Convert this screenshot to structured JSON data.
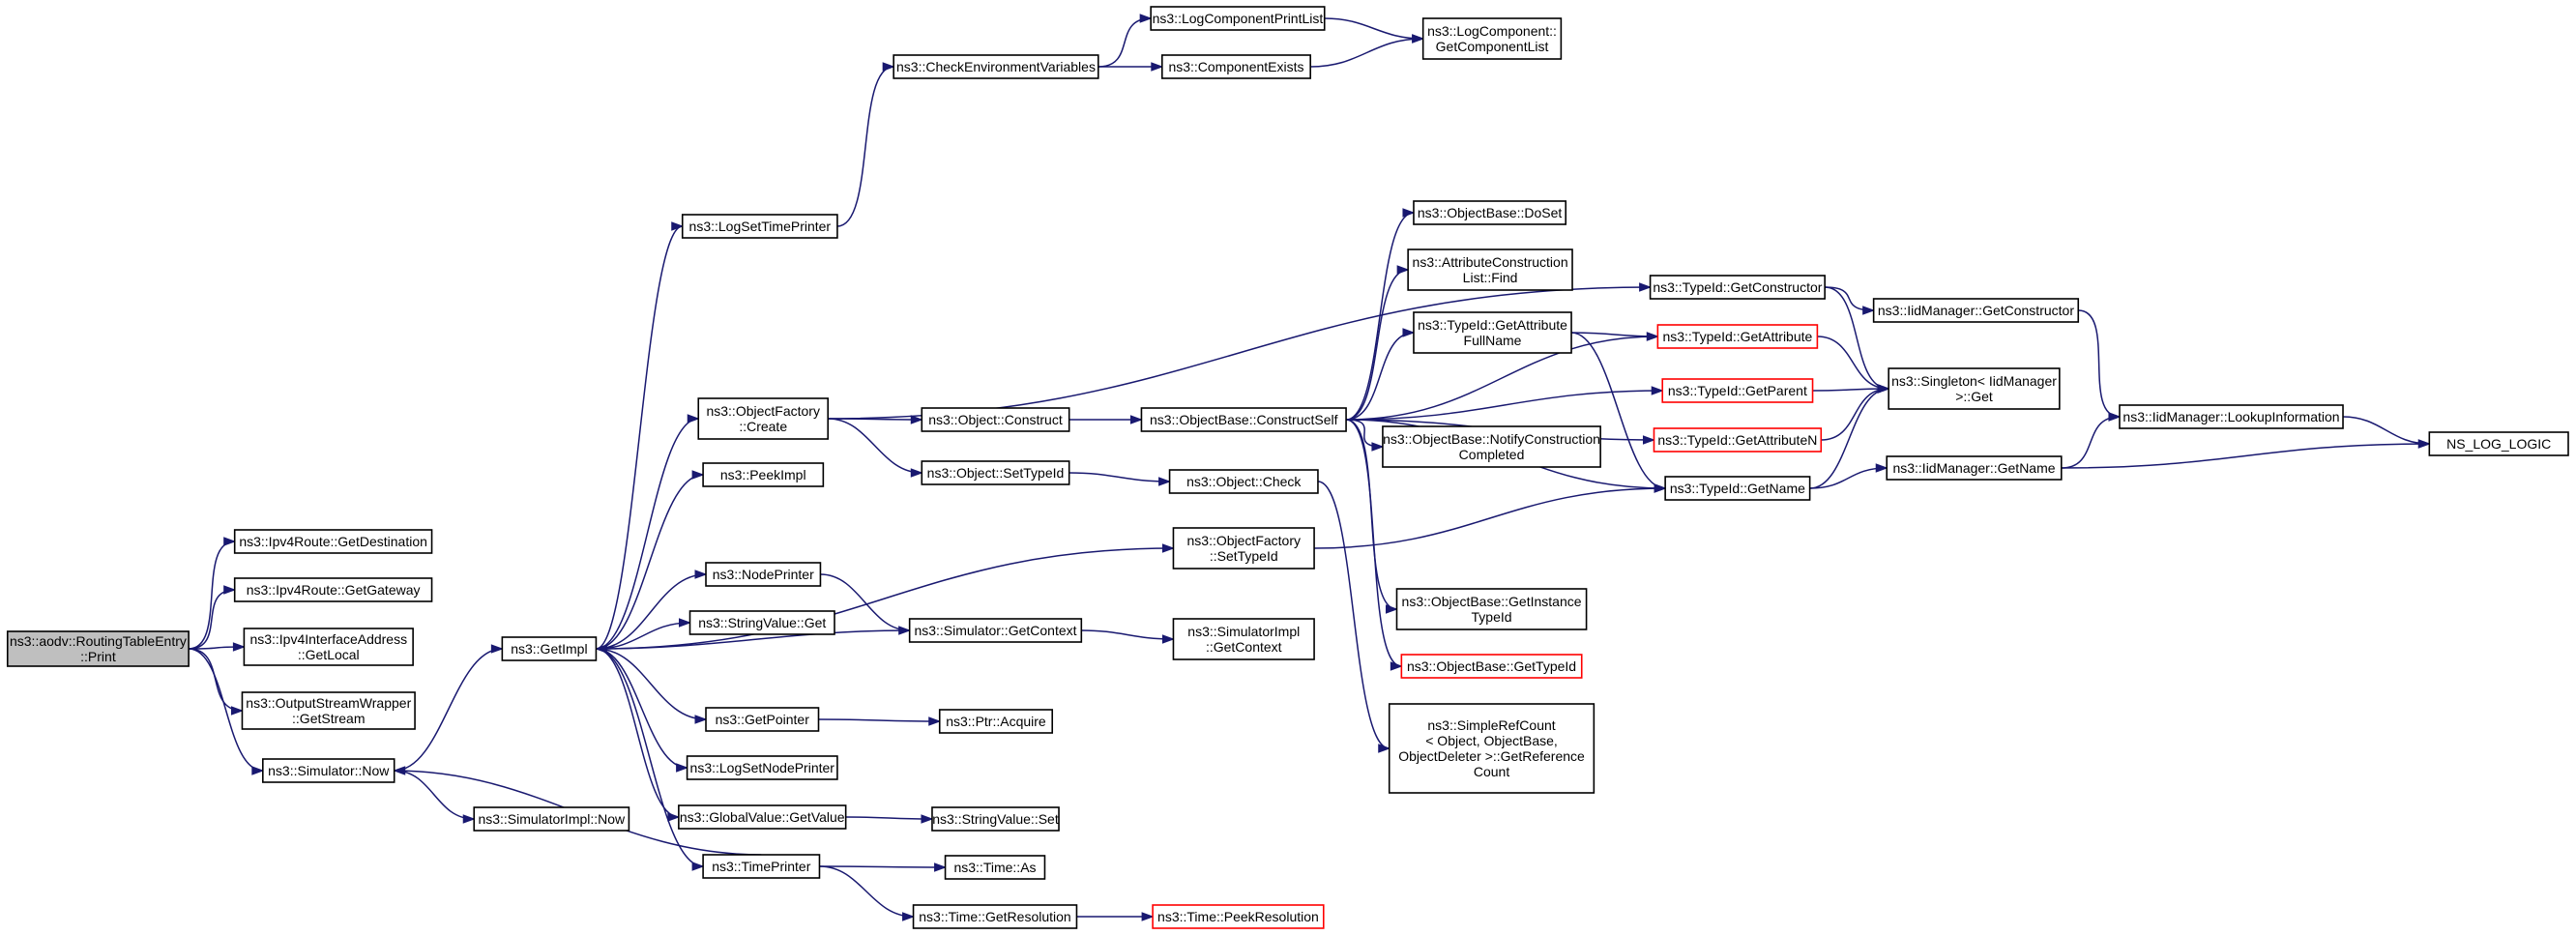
{
  "graph": {
    "colors": {
      "edge": "#191970",
      "root_fill": "#bfbfbf",
      "node_border": "#000000",
      "truncated_border": "#ff0000"
    },
    "nodes": [
      {
        "id": "print",
        "lines": [
          "ns3::aodv::RoutingTableEntry",
          "::Print"
        ],
        "root": true
      },
      {
        "id": "getdest",
        "lines": [
          "ns3::Ipv4Route::GetDestination"
        ]
      },
      {
        "id": "getgw",
        "lines": [
          "ns3::Ipv4Route::GetGateway"
        ]
      },
      {
        "id": "getlocal",
        "lines": [
          "ns3::Ipv4InterfaceAddress",
          "::GetLocal"
        ]
      },
      {
        "id": "getstream",
        "lines": [
          "ns3::OutputStreamWrapper",
          "::GetStream"
        ]
      },
      {
        "id": "simnow",
        "lines": [
          "ns3::Simulator::Now"
        ]
      },
      {
        "id": "getimpl",
        "lines": [
          "ns3::GetImpl"
        ]
      },
      {
        "id": "simimplnow",
        "lines": [
          "ns3::SimulatorImpl::Now"
        ]
      },
      {
        "id": "logsettp",
        "lines": [
          "ns3::LogSetTimePrinter"
        ]
      },
      {
        "id": "checkenv",
        "lines": [
          "ns3::CheckEnvironmentVariables"
        ]
      },
      {
        "id": "logcpl",
        "lines": [
          "ns3::LogComponentPrintList"
        ]
      },
      {
        "id": "compexists",
        "lines": [
          "ns3::ComponentExists"
        ]
      },
      {
        "id": "getcomplist",
        "lines": [
          "ns3::LogComponent::",
          "GetComponentList"
        ]
      },
      {
        "id": "ofcreate",
        "lines": [
          "ns3::ObjectFactory",
          "::Create"
        ]
      },
      {
        "id": "peekimpl",
        "lines": [
          "ns3::PeekImpl"
        ]
      },
      {
        "id": "nodeprinter",
        "lines": [
          "ns3::NodePrinter"
        ]
      },
      {
        "id": "strvalget",
        "lines": [
          "ns3::StringValue::Get"
        ]
      },
      {
        "id": "getpointer",
        "lines": [
          "ns3::GetPointer"
        ]
      },
      {
        "id": "logsetnp",
        "lines": [
          "ns3::LogSetNodePrinter"
        ]
      },
      {
        "id": "gvgetvalue",
        "lines": [
          "ns3::GlobalValue::GetValue"
        ]
      },
      {
        "id": "timeprinter",
        "lines": [
          "ns3::TimePrinter"
        ]
      },
      {
        "id": "objconstruct",
        "lines": [
          "ns3::Object::Construct"
        ]
      },
      {
        "id": "objsettypeid",
        "lines": [
          "ns3::Object::SetTypeId"
        ]
      },
      {
        "id": "simgetctx",
        "lines": [
          "ns3::Simulator::GetContext"
        ]
      },
      {
        "id": "ptracquire",
        "lines": [
          "ns3::Ptr::Acquire"
        ]
      },
      {
        "id": "strvalset",
        "lines": [
          "ns3::StringValue::Set"
        ]
      },
      {
        "id": "timeas",
        "lines": [
          "ns3::Time::As"
        ]
      },
      {
        "id": "timegetres",
        "lines": [
          "ns3::Time::GetResolution"
        ]
      },
      {
        "id": "timepeekres",
        "lines": [
          "ns3::Time::PeekResolution"
        ],
        "truncated": true
      },
      {
        "id": "obconstructself",
        "lines": [
          "ns3::ObjectBase::ConstructSelf"
        ]
      },
      {
        "id": "objcheck",
        "lines": [
          "ns3::Object::Check"
        ]
      },
      {
        "id": "ofsettypeid",
        "lines": [
          "ns3::ObjectFactory",
          "::SetTypeId"
        ]
      },
      {
        "id": "simimplgetctx",
        "lines": [
          "ns3::SimulatorImpl",
          "::GetContext"
        ]
      },
      {
        "id": "obdoset",
        "lines": [
          "ns3::ObjectBase::DoSet"
        ]
      },
      {
        "id": "aclfind",
        "lines": [
          "ns3::AttributeConstruction",
          "List::Find"
        ]
      },
      {
        "id": "tidgetattrfull",
        "lines": [
          "ns3::TypeId::GetAttribute",
          "FullName"
        ]
      },
      {
        "id": "obnotify",
        "lines": [
          "ns3::ObjectBase::NotifyConstruction",
          "Completed"
        ]
      },
      {
        "id": "obgetinst",
        "lines": [
          "ns3::ObjectBase::GetInstance",
          "TypeId"
        ]
      },
      {
        "id": "obgettypeid",
        "lines": [
          "ns3::ObjectBase::GetTypeId"
        ],
        "truncated": true
      },
      {
        "id": "simplerefcount",
        "lines": [
          "ns3::SimpleRefCount",
          "< Object, ObjectBase,",
          "ObjectDeleter >::GetReference",
          "Count"
        ]
      },
      {
        "id": "tidgetctor",
        "lines": [
          "ns3::TypeId::GetConstructor"
        ]
      },
      {
        "id": "tidgetattr",
        "lines": [
          "ns3::TypeId::GetAttribute"
        ],
        "truncated": true
      },
      {
        "id": "tidgetparent",
        "lines": [
          "ns3::TypeId::GetParent"
        ],
        "truncated": true
      },
      {
        "id": "tidgetattrn",
        "lines": [
          "ns3::TypeId::GetAttributeN"
        ],
        "truncated": true
      },
      {
        "id": "tidgetname",
        "lines": [
          "ns3::TypeId::GetName"
        ]
      },
      {
        "id": "iidgetctor",
        "lines": [
          "ns3::IidManager::GetConstructor"
        ]
      },
      {
        "id": "singletonget",
        "lines": [
          "ns3::Singleton< IidManager",
          " >::Get"
        ]
      },
      {
        "id": "iidgetname",
        "lines": [
          "ns3::IidManager::GetName"
        ]
      },
      {
        "id": "iidlookup",
        "lines": [
          "ns3::IidManager::LookupInformation"
        ]
      },
      {
        "id": "nslog",
        "lines": [
          "NS_LOG_LOGIC"
        ]
      }
    ],
    "edges": [
      [
        "print",
        "getdest"
      ],
      [
        "print",
        "getgw"
      ],
      [
        "print",
        "getlocal"
      ],
      [
        "print",
        "getstream"
      ],
      [
        "print",
        "simnow"
      ],
      [
        "simnow",
        "getimpl"
      ],
      [
        "simnow",
        "simimplnow"
      ],
      [
        "getimpl",
        "logsettp"
      ],
      [
        "getimpl",
        "ofcreate"
      ],
      [
        "getimpl",
        "peekimpl"
      ],
      [
        "getimpl",
        "ofsettypeid"
      ],
      [
        "getimpl",
        "nodeprinter"
      ],
      [
        "getimpl",
        "strvalget"
      ],
      [
        "getimpl",
        "getpointer"
      ],
      [
        "getimpl",
        "logsetnp"
      ],
      [
        "getimpl",
        "gvgetvalue"
      ],
      [
        "getimpl",
        "timeprinter"
      ],
      [
        "logsettp",
        "checkenv"
      ],
      [
        "checkenv",
        "logcpl"
      ],
      [
        "checkenv",
        "compexists"
      ],
      [
        "logcpl",
        "getcomplist"
      ],
      [
        "compexists",
        "getcomplist"
      ],
      [
        "ofcreate",
        "objconstruct"
      ],
      [
        "ofcreate",
        "objsettypeid"
      ],
      [
        "ofcreate",
        "tidgetctor"
      ],
      [
        "nodeprinter",
        "simgetctx"
      ],
      [
        "simgetctx",
        "getimpl"
      ],
      [
        "simgetctx",
        "simimplgetctx"
      ],
      [
        "getpointer",
        "ptracquire"
      ],
      [
        "gvgetvalue",
        "strvalset"
      ],
      [
        "timeprinter",
        "simnow"
      ],
      [
        "timeprinter",
        "timeas"
      ],
      [
        "timeprinter",
        "timegetres"
      ],
      [
        "timegetres",
        "timepeekres"
      ],
      [
        "objconstruct",
        "obconstructself"
      ],
      [
        "objsettypeid",
        "objcheck"
      ],
      [
        "objcheck",
        "simplerefcount"
      ],
      [
        "ofsettypeid",
        "tidgetname"
      ],
      [
        "obconstructself",
        "obdoset"
      ],
      [
        "obconstructself",
        "aclfind"
      ],
      [
        "obconstructself",
        "tidgetattrfull"
      ],
      [
        "obconstructself",
        "tidgetattr"
      ],
      [
        "obconstructself",
        "tidgetparent"
      ],
      [
        "obconstructself",
        "obnotify"
      ],
      [
        "obconstructself",
        "tidgetattrn"
      ],
      [
        "obconstructself",
        "tidgetname"
      ],
      [
        "obconstructself",
        "obgetinst"
      ],
      [
        "obconstructself",
        "obgettypeid"
      ],
      [
        "tidgetattrfull",
        "tidgetattr"
      ],
      [
        "tidgetattrfull",
        "tidgetname"
      ],
      [
        "tidgetctor",
        "iidgetctor"
      ],
      [
        "tidgetctor",
        "singletonget"
      ],
      [
        "tidgetattr",
        "singletonget"
      ],
      [
        "tidgetparent",
        "singletonget"
      ],
      [
        "tidgetattrn",
        "singletonget"
      ],
      [
        "tidgetname",
        "singletonget"
      ],
      [
        "tidgetname",
        "iidgetname"
      ],
      [
        "iidgetctor",
        "iidlookup"
      ],
      [
        "iidgetname",
        "iidlookup"
      ],
      [
        "iidgetname",
        "nslog"
      ],
      [
        "iidlookup",
        "nslog"
      ]
    ]
  }
}
